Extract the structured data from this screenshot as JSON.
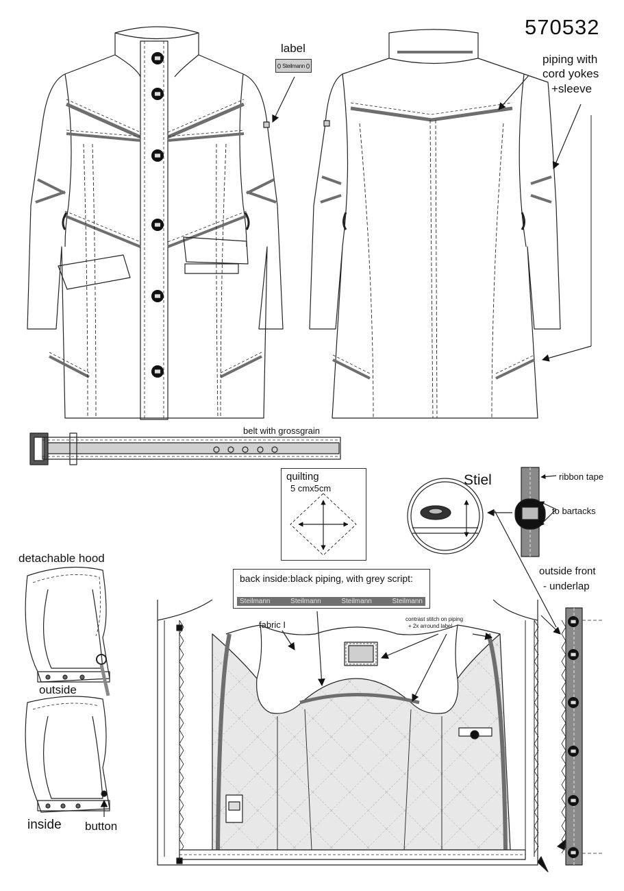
{
  "style_number": "570532",
  "labels": {
    "label": "label",
    "label_brand": "Steilmann",
    "piping_line1": "piping with",
    "piping_line2": "cord yokes",
    "piping_line3": "+sleeve",
    "belt": "belt with grossgrain",
    "quilting_title": "quilting",
    "quilting_size": "5 cmx5cm",
    "stiel": "Stiel",
    "ribbon_tape": "ribbon tape",
    "to_bartacks": "to bartacks",
    "outside_front_line1": "outside front",
    "outside_front_line2": "- underlap",
    "detachable_hood": "detachable hood",
    "hood_outside": "outside",
    "hood_inside": "inside",
    "button": "button",
    "back_inside": "back inside:black piping, with grey script:",
    "script_words": [
      "Steilmann",
      "Steilmann",
      "Steilmann",
      "Steilmann"
    ],
    "fabric": "fabric I",
    "contrast_line1": "contrast stitch on piping",
    "contrast_line2": "+ 2x arround label"
  },
  "colors": {
    "line": "#222222",
    "piping": "#6e6e6e",
    "lining": "#e8e8e8",
    "label_fill": "#cfcfcf"
  }
}
